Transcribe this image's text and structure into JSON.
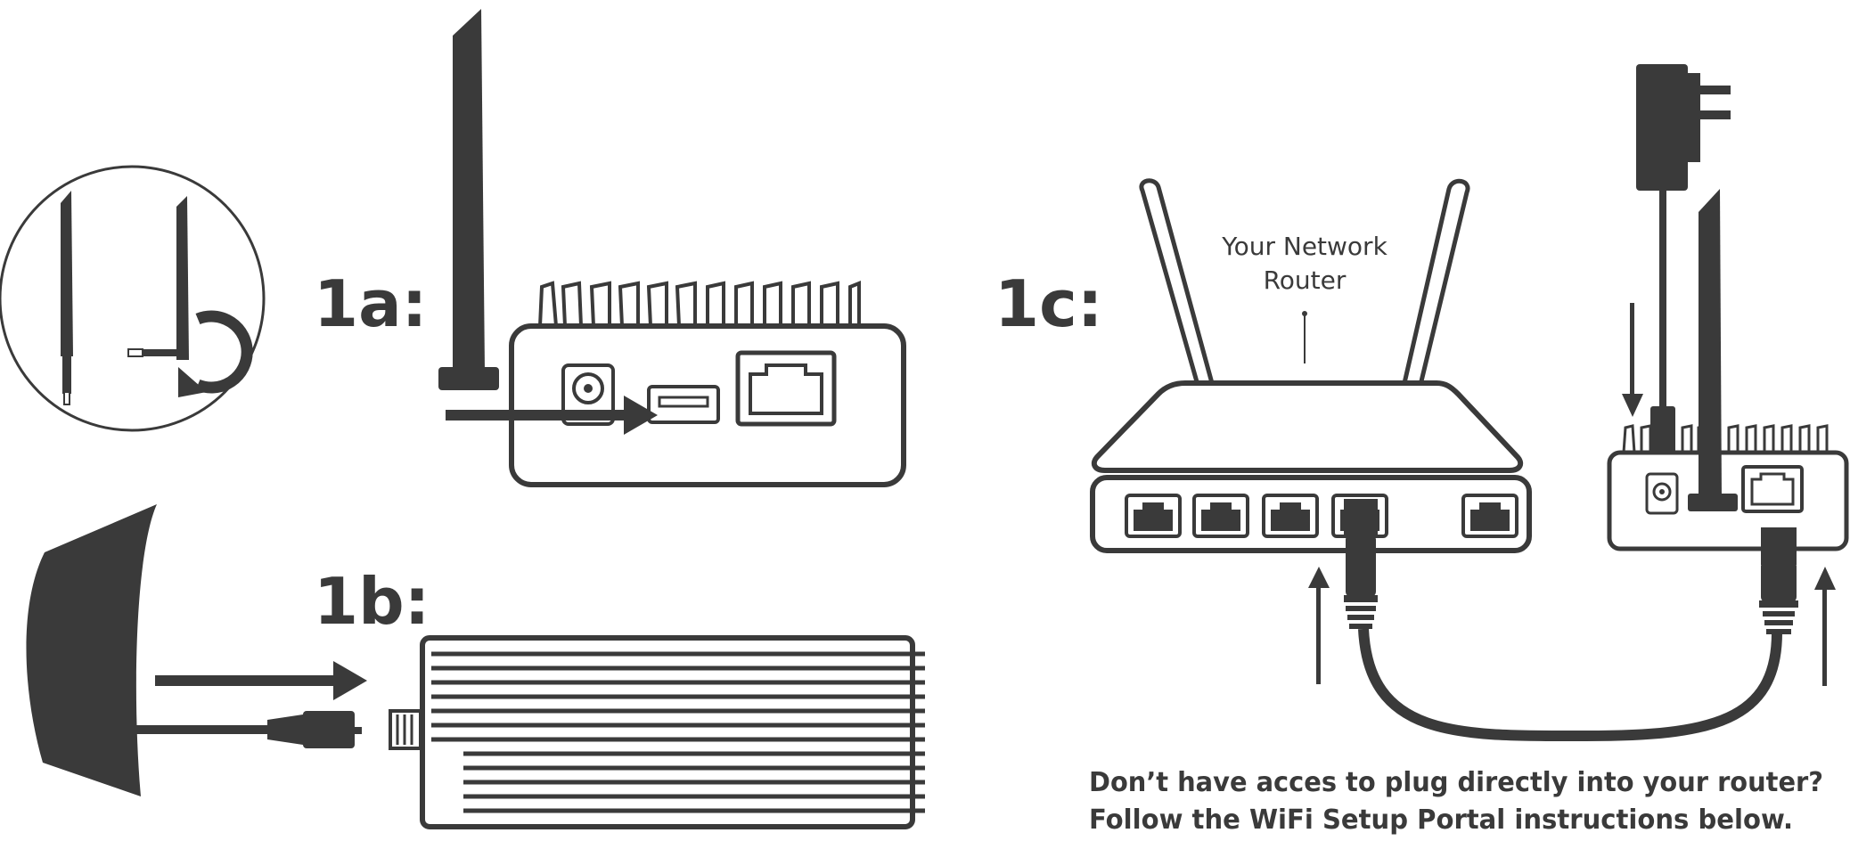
{
  "steps": {
    "a": "1a:",
    "b": "1b:",
    "c": "1c:"
  },
  "router": {
    "label_line1": "Your Network",
    "label_line2": "Router"
  },
  "note": {
    "line1": "Don’t have acces to plug directly into your router?",
    "line2": "Follow the WiFi Setup Portal instructions below."
  },
  "colors": {
    "ink": "#3a3a3a",
    "background": "#ffffff"
  },
  "icons": [
    "antenna-icon",
    "rotate-arrow-icon",
    "dome-antenna-icon",
    "coax-connector-icon",
    "usb-port-icon",
    "ethernet-port-icon",
    "power-jack-icon",
    "power-adapter-icon",
    "ethernet-cable-icon",
    "router-icon"
  ]
}
